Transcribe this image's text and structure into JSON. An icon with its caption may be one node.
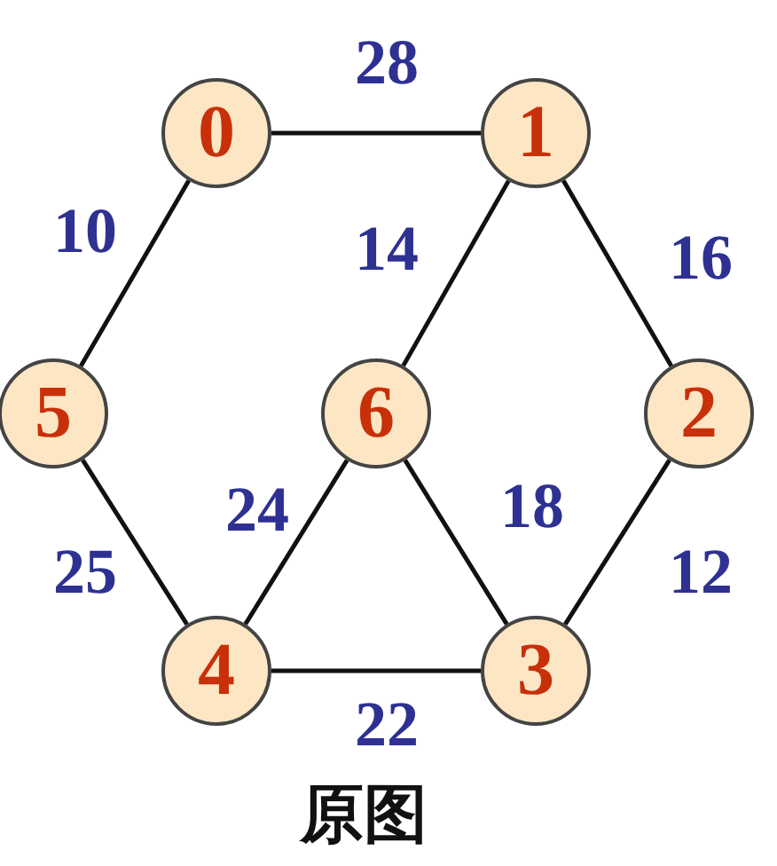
{
  "diagram": {
    "caption": "原图",
    "nodes": [
      {
        "text": [
          "0"
        ]
      },
      {
        "text": [
          "1"
        ]
      },
      {
        "text": [
          "2"
        ]
      },
      {
        "text": [
          "3"
        ]
      },
      {
        "text": [
          "4"
        ]
      },
      {
        "text": [
          "5"
        ]
      },
      {
        "text": [
          "6"
        ]
      }
    ],
    "edges": [
      {
        "from": 0,
        "to": 1,
        "arrow": "none",
        "label": "28"
      },
      {
        "from": 0,
        "to": 5,
        "arrow": "none",
        "label": "10"
      },
      {
        "from": 1,
        "to": 6,
        "arrow": "none",
        "label": "14"
      },
      {
        "from": 1,
        "to": 2,
        "arrow": "none",
        "label": "16"
      },
      {
        "from": 6,
        "to": 4,
        "arrow": "none",
        "label": "24"
      },
      {
        "from": 6,
        "to": 3,
        "arrow": "none",
        "label": "18"
      },
      {
        "from": 5,
        "to": 4,
        "arrow": "none",
        "label": "25"
      },
      {
        "from": 2,
        "to": 3,
        "arrow": "none",
        "label": "12"
      },
      {
        "from": 4,
        "to": 3,
        "arrow": "none",
        "label": "22"
      }
    ]
  }
}
